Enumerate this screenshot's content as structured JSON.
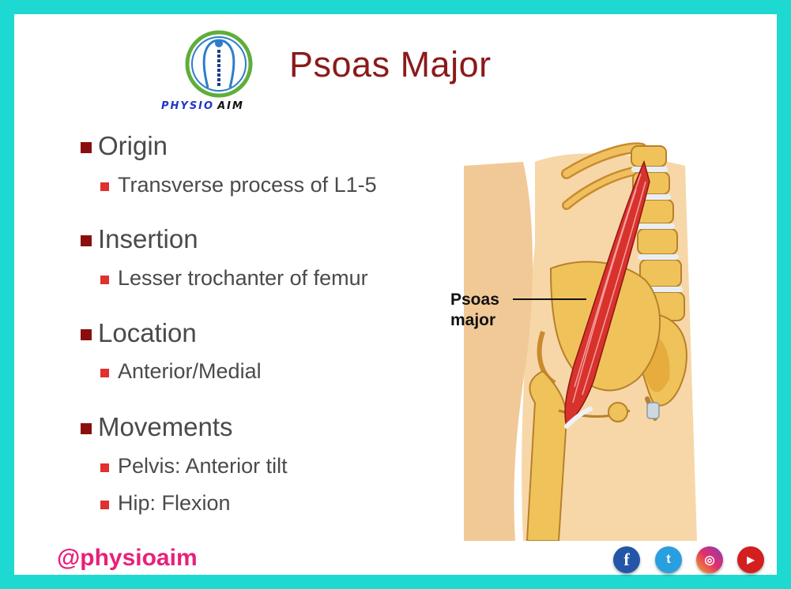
{
  "logo": {
    "word_part1": "PHYSIO",
    "word_part2": "AIM",
    "icon": "spine-figure-logo"
  },
  "title": "Psoas Major",
  "sections": [
    {
      "heading": "Origin",
      "items": [
        "Transverse process of L1-5"
      ]
    },
    {
      "heading": "Insertion",
      "items": [
        "Lesser trochanter of femur"
      ]
    },
    {
      "heading": "Location",
      "items": [
        "Anterior/Medial"
      ]
    },
    {
      "heading": "Movements",
      "items": [
        "Pelvis:  Anterior tilt",
        "Hip:  Flexion"
      ]
    }
  ],
  "illustration": {
    "label_line1": "Psoas",
    "label_line2": "major"
  },
  "footer": {
    "handle": "@physioaim"
  },
  "social": [
    {
      "name": "facebook-icon",
      "glyph": "f"
    },
    {
      "name": "twitter-icon",
      "glyph": "t"
    },
    {
      "name": "instagram-icon",
      "glyph": "◎"
    },
    {
      "name": "youtube-icon",
      "glyph": "▶"
    }
  ],
  "colors": {
    "border": "#1ed9d2",
    "title": "#8b1a1a",
    "bullet_primary": "#8b0e0e",
    "bullet_secondary": "#e0302f",
    "handle": "#e8207a"
  }
}
